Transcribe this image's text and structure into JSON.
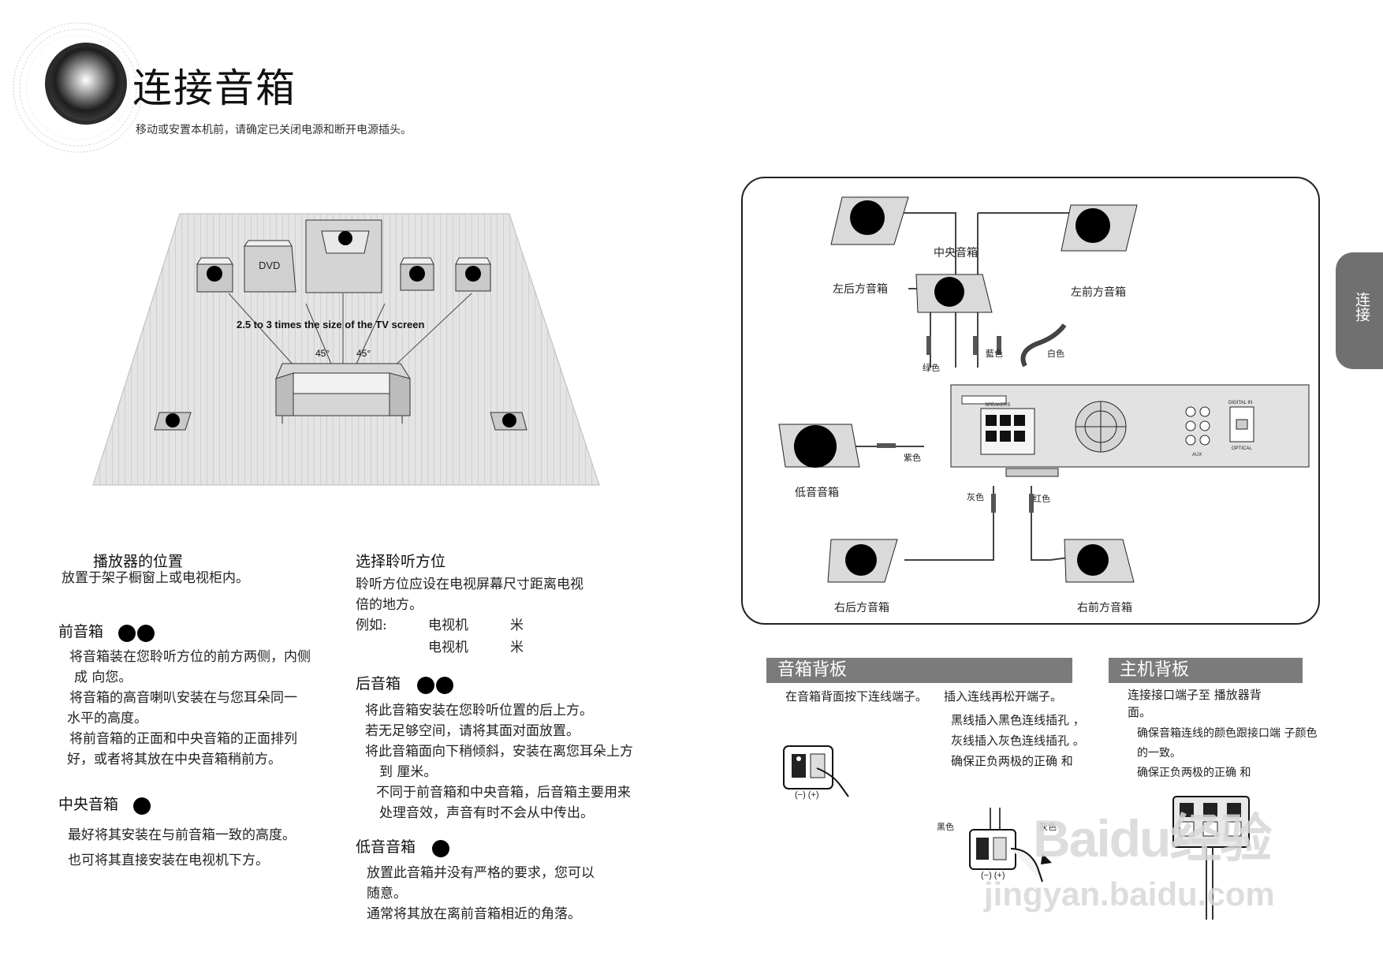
{
  "header": {
    "title": "连接音箱",
    "subtitle": "移动或安置本机前，请确定已关闭电源和断开电源插头。"
  },
  "side_tab": {
    "label": "连接"
  },
  "room_diagram": {
    "dvd_label": "DVD",
    "distance_label": "2.5 to 3 times the size of the TV screen",
    "angle_left": "45°",
    "angle_right": "45°"
  },
  "col1": {
    "player_position": {
      "heading": "播放器的位置",
      "text": "放置于架子橱窗上或电视柜内。"
    },
    "front": {
      "heading": "前音箱",
      "lines": [
        "将音箱装在您聆听方位的前方两侧，内侧",
        "成      向您。",
        "将音箱的高音喇叭安装在与您耳朵同一",
        "水平的高度。",
        "将前音箱的正面和中央音箱的正面排列",
        "好，或者将其放在中央音箱稍前方。"
      ]
    },
    "center": {
      "heading": "中央音箱",
      "lines": [
        "最好将其安装在与前音箱一致的高度。",
        "也可将其直接安装在电视机下方。"
      ]
    }
  },
  "col2": {
    "listening": {
      "heading": "选择聆听方位",
      "lines": [
        "聆听方位应设在电视屏幕尺寸距离电视",
        "倍的地方。"
      ],
      "example_label": "例如:",
      "example_rows": [
        {
          "item": "电视机",
          "unit": "米"
        },
        {
          "item": "电视机",
          "unit": "米"
        }
      ]
    },
    "rear": {
      "heading": "后音箱",
      "lines": [
        "将此音箱安装在您聆听位置的后上方。",
        "若无足够空间，请将其面对面放置。",
        "将此音箱面向下稍倾斜，安装在离您耳朵上方",
        "到    厘米。",
        "不同于前音箱和中央音箱，后音箱主要用来",
        "处理音效，声音有时不会从中传出。"
      ]
    },
    "subwoofer": {
      "heading": "低音音箱",
      "lines": [
        "放置此音箱并没有严格的要求，您可以",
        "随意。",
        "通常将其放在离前音箱相近的角落。"
      ]
    }
  },
  "wiring": {
    "speakers": {
      "rear_left": "左后方音箱",
      "center": "中央音箱",
      "front_left": "左前方音箱",
      "subwoofer": "低音音箱",
      "rear_right": "右后方音箱",
      "front_right": "右前方音箱"
    },
    "wires": {
      "green": "绿色",
      "blue": "藍色",
      "white": "白色",
      "purple": "紫色",
      "gray": "灰色",
      "red": "红色"
    },
    "panel": {
      "speakers": "SPEAKERS",
      "digital_in": "DIGITAL IN",
      "optical": "OPTICAL",
      "aux": "AUX"
    }
  },
  "speaker_back": {
    "bar": "音箱背板",
    "step1": "在音箱背面按下连线端子。",
    "step2": "插入连线再松开端子。",
    "notes": [
      "黑线插入黑色连线插孔    ，",
      "灰线插入灰色连线插孔    。",
      "确保正负两极的正确      和"
    ],
    "polarity": "(−)  (+)",
    "black": "黑色",
    "gray": "灰色"
  },
  "main_back": {
    "bar": "主机背板",
    "lines": [
      "连接接口端子至         播放器背",
      "面。"
    ],
    "notes": [
      "确保音箱连线的颜色跟接口端 子颜色",
      "的一致。",
      "确保正负两极的正确      和"
    ]
  },
  "watermark": {
    "brand": "Baidu经验",
    "url": "jingyan.baidu.com"
  },
  "colors": {
    "section_bar": "#7b7b7b",
    "side_tab": "#707070",
    "floor": "#d9d9d9"
  }
}
